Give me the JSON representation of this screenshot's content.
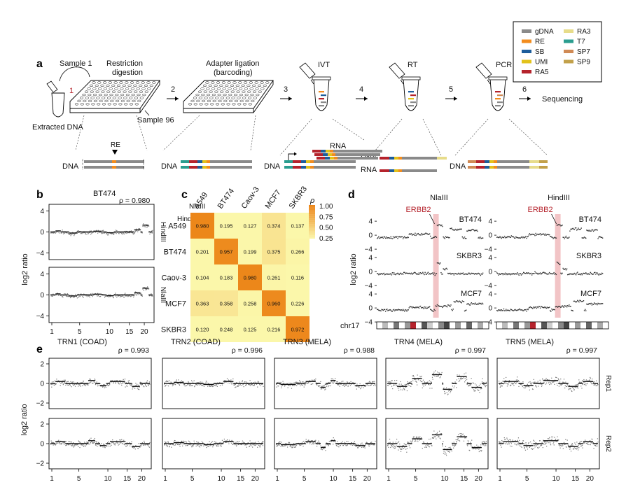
{
  "figure": {
    "legend": {
      "items": [
        {
          "label": "gDNA",
          "color": "#8a8a8a"
        },
        {
          "label": "RE",
          "color": "#f28c1e"
        },
        {
          "label": "SB",
          "color": "#1d5d9b"
        },
        {
          "label": "UMI",
          "color": "#e2c21b"
        },
        {
          "label": "RA5",
          "color": "#b5232c"
        },
        {
          "label": "RA3",
          "color": "#e7dc8a"
        },
        {
          "label": "T7",
          "color": "#2a9d8f"
        },
        {
          "label": "SP7",
          "color": "#d08a55"
        },
        {
          "label": "SP9",
          "color": "#c2a04a"
        }
      ]
    },
    "panel_a": {
      "label": "a",
      "sample1": "Sample 1",
      "sample96": "Sample 96",
      "extracted": "Extracted DNA",
      "one": "1",
      "steps": [
        {
          "num": "2",
          "title_l1": "Restriction",
          "title_l2": "digestion"
        },
        {
          "num": "3",
          "title_l1": "Adapter ligation",
          "title_l2": "(barcoding)"
        },
        {
          "num": "4",
          "title_l1": "IVT",
          "title_l2": ""
        },
        {
          "num": "5",
          "title_l1": "RT",
          "title_l2": ""
        },
        {
          "num": "6",
          "title_l1": "PCR",
          "title_l2": ""
        }
      ],
      "sequencing": "Sequencing",
      "re": "RE",
      "dna": "DNA",
      "rna": "RNA"
    },
    "panel_b": {
      "label": "b",
      "title": "BT474",
      "rho": "ρ = 0.980",
      "ylabel": "log2 ratio",
      "row_labels": [
        "HindIII",
        "NlaIII"
      ],
      "yticks": [
        "4",
        "0",
        "−4"
      ],
      "xticks": [
        "1",
        "5",
        "10",
        "15",
        "20"
      ]
    },
    "panel_c": {
      "label": "c",
      "corner_top": "NlaIII",
      "corner_left": "HindIII",
      "legend_title": "ρ",
      "legend_ticks": [
        "1.00",
        "0.75",
        "0.50",
        "0.25"
      ]
    },
    "panel_d": {
      "label": "d",
      "enzymes": [
        "NlaIII",
        "HindIII"
      ],
      "gene": "ERBB2",
      "cells": [
        "BT474",
        "SKBR3",
        "MCF7"
      ],
      "ylabel": "log2 ratio",
      "yticks": [
        "4",
        "0",
        "−4"
      ],
      "chrom": "chr17"
    },
    "panel_e": {
      "label": "e",
      "ylabel": "log2 ratio",
      "reps": [
        "Rep1",
        "Rep2"
      ],
      "yticks": [
        "2",
        "0",
        "−2"
      ],
      "xticks": [
        "1",
        "5",
        "10",
        "15",
        "20"
      ],
      "samples": [
        {
          "title": "TRN1 (COAD)",
          "rho": "ρ = 0.993"
        },
        {
          "title": "TRN2 (COAD)",
          "rho": "ρ = 0.996"
        },
        {
          "title": "TRN3 (MELA)",
          "rho": "ρ = 0.988"
        },
        {
          "title": "TRN4 (MELA)",
          "rho": "ρ = 0.997"
        },
        {
          "title": "TRN5 (MELA)",
          "rho": "ρ = 0.997"
        }
      ]
    }
  },
  "chart_data": {
    "type": "heatmap",
    "columns": [
      "A549",
      "BT474",
      "Caov-3",
      "MCF7",
      "SKBR3"
    ],
    "rows": [
      "A549",
      "BT474",
      "Caov-3",
      "MCF7",
      "SKBR3"
    ],
    "values": [
      [
        0.98,
        0.195,
        0.127,
        0.374,
        0.137
      ],
      [
        0.201,
        0.957,
        0.199,
        0.375,
        0.266
      ],
      [
        0.104,
        0.183,
        0.98,
        0.261,
        0.116
      ],
      [
        0.363,
        0.358,
        0.258,
        0.96,
        0.226
      ],
      [
        0.12,
        0.248,
        0.125,
        0.216,
        0.972
      ]
    ],
    "scale": [
      0.25,
      1.0
    ]
  }
}
